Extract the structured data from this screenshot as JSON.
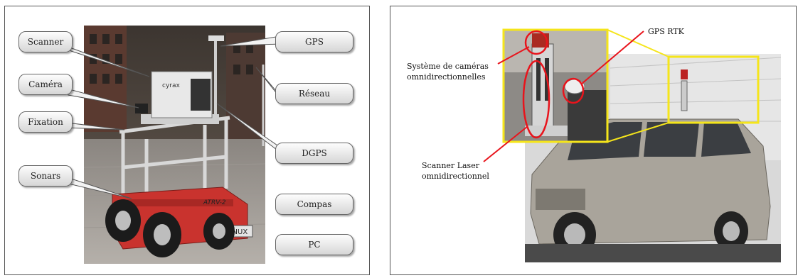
{
  "left_figure": {
    "callouts": {
      "scanner": "Scanner",
      "camera": "Caméra",
      "fixation": "Fixation",
      "sonars": "Sonars",
      "gps": "GPS",
      "reseau": "Réseau",
      "dgps": "DGPS",
      "compas": "Compas",
      "pc": "PC"
    },
    "robot_text": {
      "model": "ATRV-2",
      "os": "LINUX",
      "brand": "cyrax"
    }
  },
  "right_figure": {
    "labels": {
      "gps_rtk": "GPS RTK",
      "camera_system_line1": "Système de caméras",
      "camera_system_line2": "omnidirectionnelles",
      "laser_line1": "Scanner Laser",
      "laser_line2": "omnidirectionnel"
    },
    "highlight_color": "#f5e51b",
    "marker_color": "#e8141c"
  }
}
